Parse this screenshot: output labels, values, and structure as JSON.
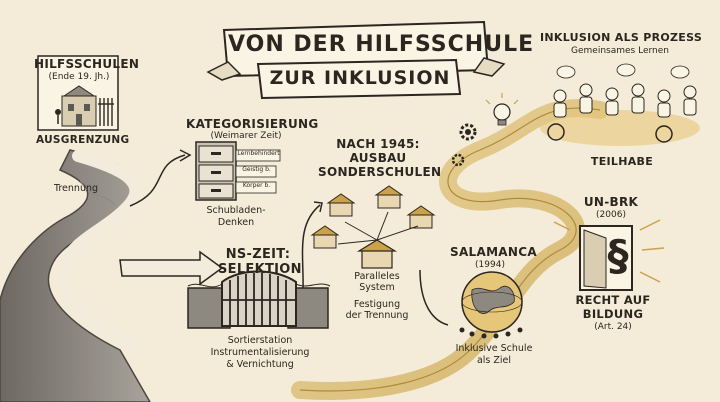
{
  "title": {
    "line1": "VON DER HILFSSCHULE",
    "line2": "ZUR INKLUSION"
  },
  "stations": {
    "hilfsschulen": {
      "head": "HILFSSCHULEN",
      "sub": "(Ende 19. Jh.)",
      "caption": "AUSGRENZUNG"
    },
    "trennung": {
      "label": "Trennung"
    },
    "kategorisierung": {
      "head": "KATEGORISIERUNG",
      "sub": "(Weimarer Zeit)",
      "caption_line1": "Schubladen-",
      "caption_line2": "Denken",
      "drawers": [
        "Lernbehindert",
        "Geistig b.",
        "Körper b."
      ]
    },
    "ns_zeit": {
      "head_line1": "NS-ZEIT:",
      "head_line2": "SELEKTION",
      "caption_line1": "Sortierstation",
      "caption_line2": "Instrumentalisierung",
      "caption_line3": "& Vernichtung"
    },
    "nach_1945": {
      "head_line1": "NACH 1945:",
      "head_line2": "AUSBAU",
      "head_line3": "SONDERSCHULEN",
      "caption_line1": "Paralleles",
      "caption_line2": "System",
      "caption_line3": "Festigung",
      "caption_line4": "der Trennung"
    },
    "salamanca": {
      "head": "SALAMANCA",
      "sub": "(1994)",
      "caption_line1": "Inklusive Schule",
      "caption_line2": "als Ziel"
    },
    "un_brk": {
      "head": "UN-BRK",
      "sub": "(2006)",
      "caption_line1": "RECHT AUF",
      "caption_line2": "BILDUNG",
      "caption_line3": "(Art. 24)"
    },
    "inklusion": {
      "head": "INKLUSION ALS PROZESS",
      "sub": "Gemeinsames Lernen",
      "caption": "TEILHABE"
    }
  },
  "colors": {
    "background": "#f4ecd8",
    "ink": "#2b2620",
    "gold": "#c9a24a",
    "gold_light": "#e6c77a",
    "grey_path": "#8d8880",
    "grey_dark": "#5c5852"
  },
  "icons": [
    "school-building-icon",
    "filing-cabinet-icon",
    "gate-icon",
    "houses-icon",
    "globe-icon",
    "door-paragraph-icon",
    "lightbulb-icon",
    "gear-icon",
    "children-group-icon"
  ]
}
